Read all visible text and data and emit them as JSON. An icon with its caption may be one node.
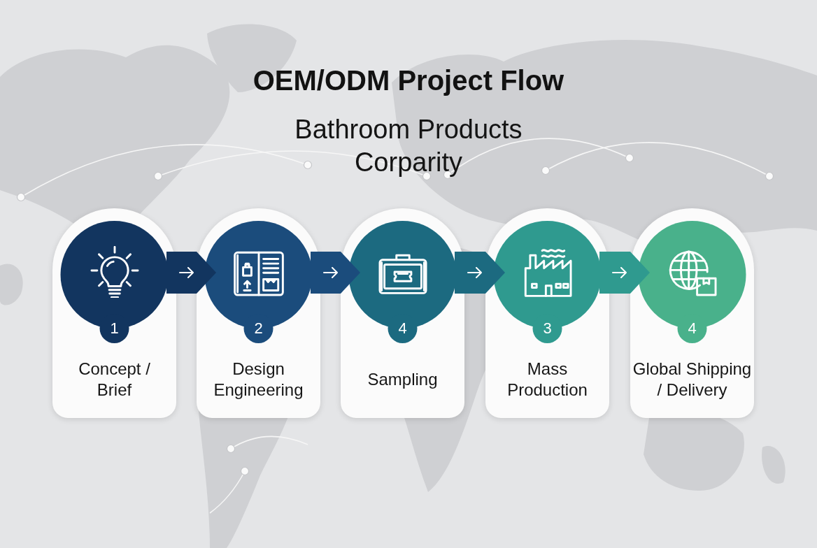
{
  "diagram": {
    "title": "OEM/ODM Project Flow",
    "nodes": [
      {
        "text": [
          "1",
          "Concept / Brief"
        ]
      },
      {
        "text": [
          "2",
          "Design Engineering"
        ]
      },
      {
        "text": [
          "4",
          "Sampling"
        ]
      },
      {
        "text": [
          "3",
          "Mass Production"
        ]
      },
      {
        "text": [
          "4",
          "Global Shipping / Delivery"
        ]
      }
    ],
    "edges": [
      {
        "from": 0,
        "to": 1,
        "arrow": "to",
        "color": "#12355f"
      },
      {
        "from": 1,
        "to": 2,
        "arrow": "to",
        "color": "#1b4c7c"
      },
      {
        "from": 2,
        "to": 3,
        "arrow": "to",
        "color": "#1c6a80"
      },
      {
        "from": 3,
        "to": 4,
        "arrow": "to",
        "color": "#2f9a8f"
      }
    ],
    "labels": [
      "Bathroom Products Corparity"
    ]
  }
}
